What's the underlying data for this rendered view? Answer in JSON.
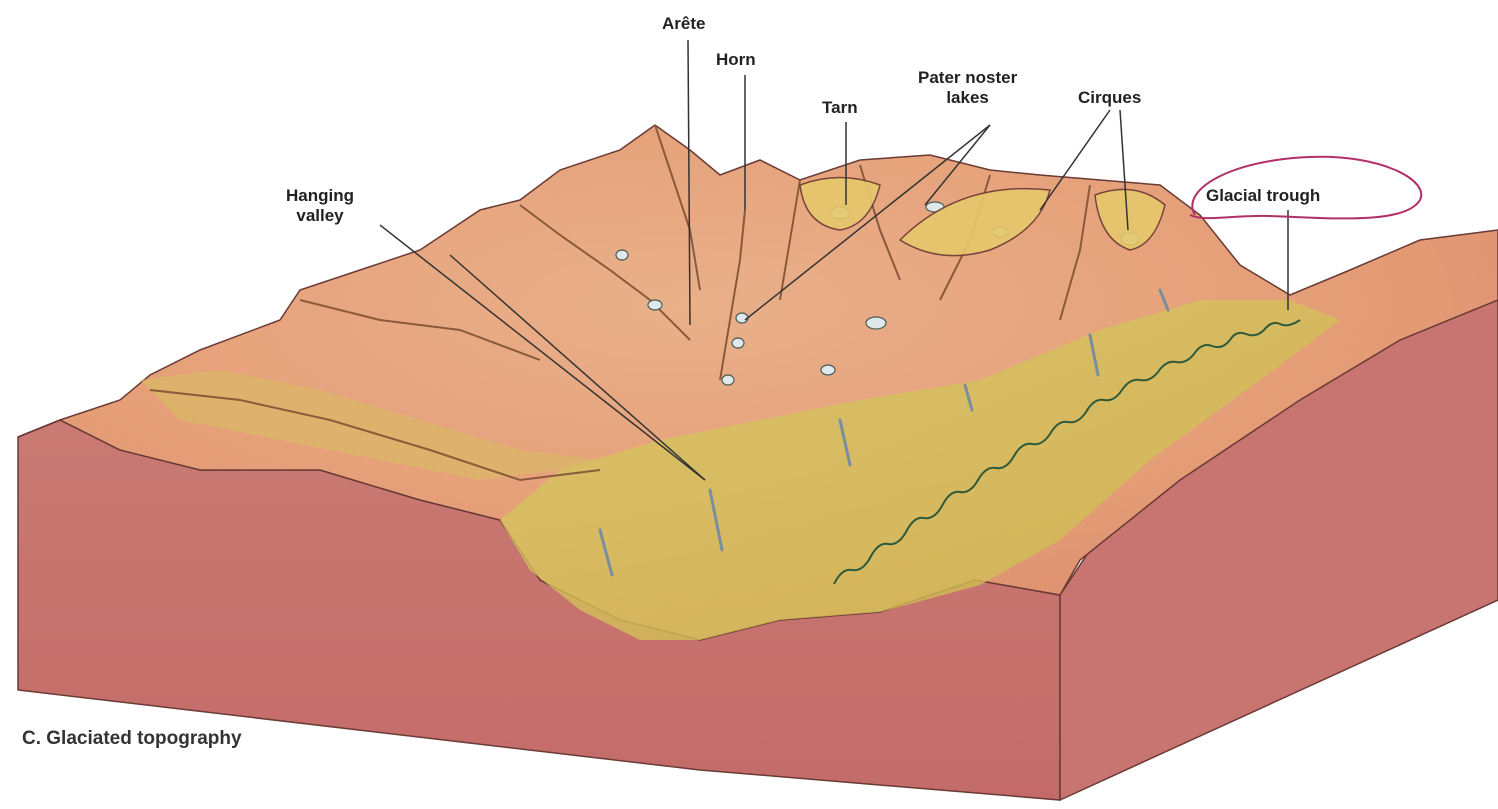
{
  "diagram": {
    "caption": "C. Glaciated topography",
    "labels": {
      "arete": "Arête",
      "horn": "Horn",
      "tarn": "Tarn",
      "paternoster_line1": "Pater noster",
      "paternoster_line2": "lakes",
      "cirques": "Cirques",
      "hanging_line1": "Hanging",
      "hanging_line2": "valley",
      "glacial_trough": "Glacial trough"
    },
    "colors": {
      "block_side": "#c9736e",
      "terrain": "#e7a779",
      "valley_floor": "#d8c35a",
      "ridge": "#8a5a3a",
      "highlight_circle": "#b0306a"
    }
  }
}
